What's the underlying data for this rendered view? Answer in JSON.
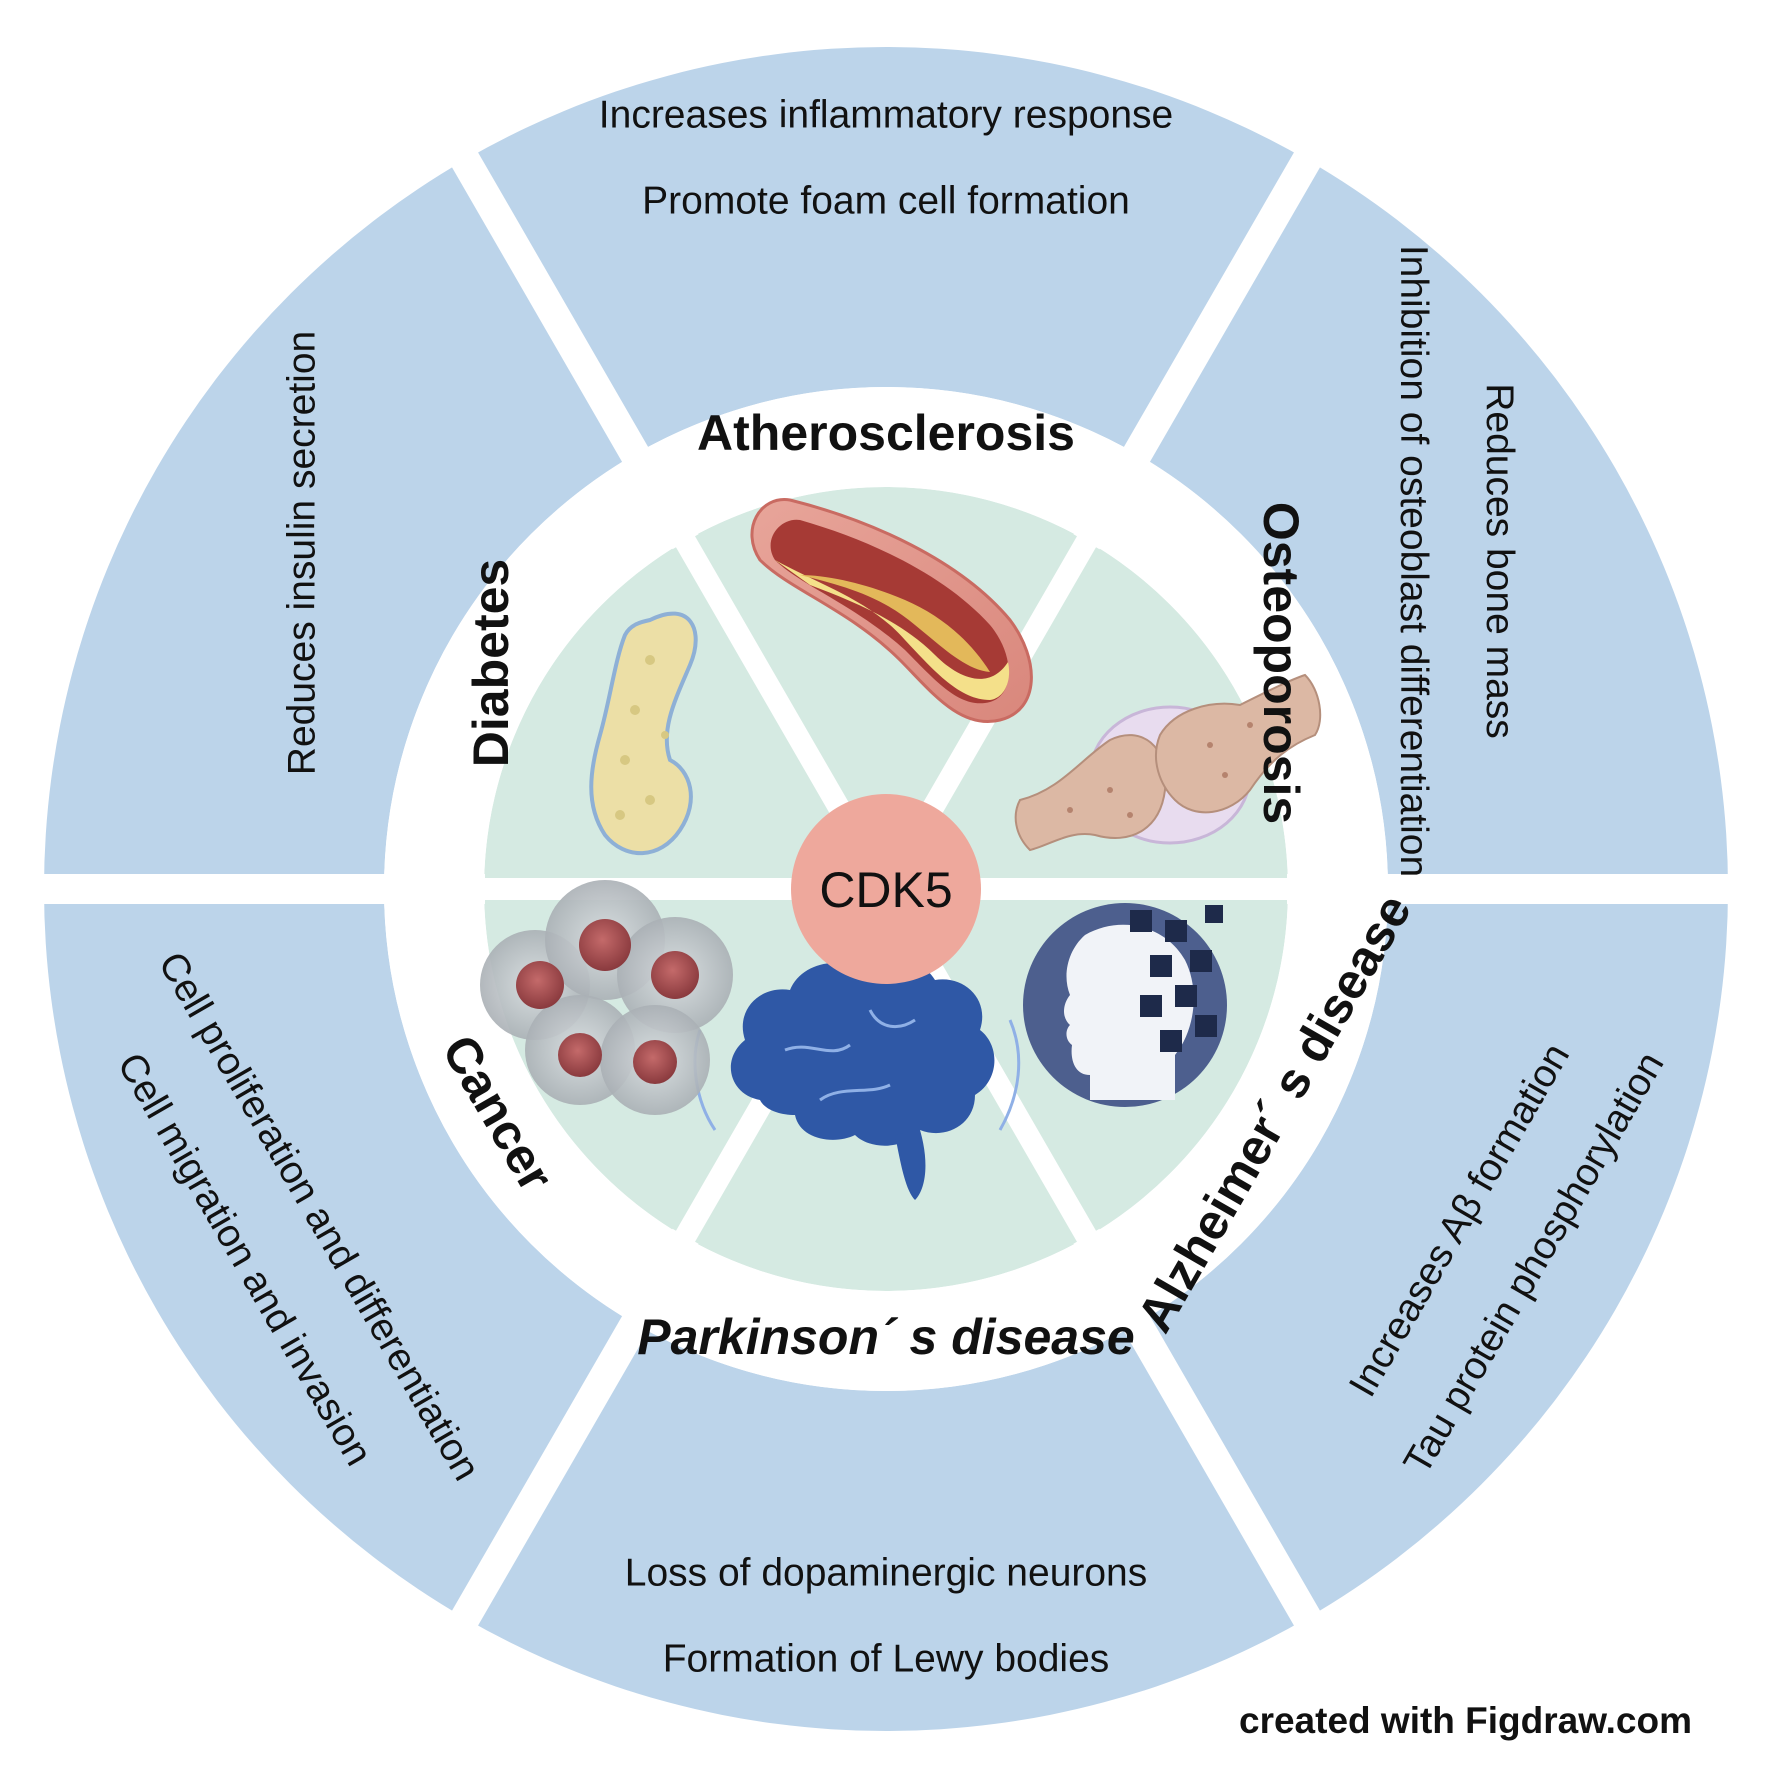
{
  "center": {
    "label": "CDK5"
  },
  "colors": {
    "outer_ring": "#bcd4ea",
    "inner_sector": "#d5eae2",
    "center_circle": "#eea89c",
    "separator": "#ffffff",
    "text": "#111111"
  },
  "segments": [
    {
      "disease": "Atherosclerosis",
      "effects": [
        "Promote  foam  cell  formation",
        "Increases  inflammatory  response"
      ],
      "icon": "artery-plaque-icon"
    },
    {
      "disease": "Osteoporosis",
      "effects": [
        "Inhibition of osteoblast differentiation",
        "Reduces bone mass"
      ],
      "icon": "bone-joint-icon"
    },
    {
      "disease": "Alzheimer´  s  disease",
      "effects": [
        "Increases Aβ formation",
        "Tau protein phosphorylation"
      ],
      "icon": "head-puzzle-icon"
    },
    {
      "disease": "Parkinson´  s  disease",
      "effects": [
        "Loss of dopaminergic neurons",
        "Formation of Lewy bodies"
      ],
      "icon": "brain-icon"
    },
    {
      "disease": "Cancer",
      "effects": [
        "Cell proliferation and differentiation",
        "Cell migration and invasion"
      ],
      "icon": "tumor-cells-icon"
    },
    {
      "disease": "Diabetes",
      "effects": [
        "Reduces insulin secretion"
      ],
      "icon": "pancreas-icon"
    }
  ],
  "credit": "created with Figdraw.com"
}
